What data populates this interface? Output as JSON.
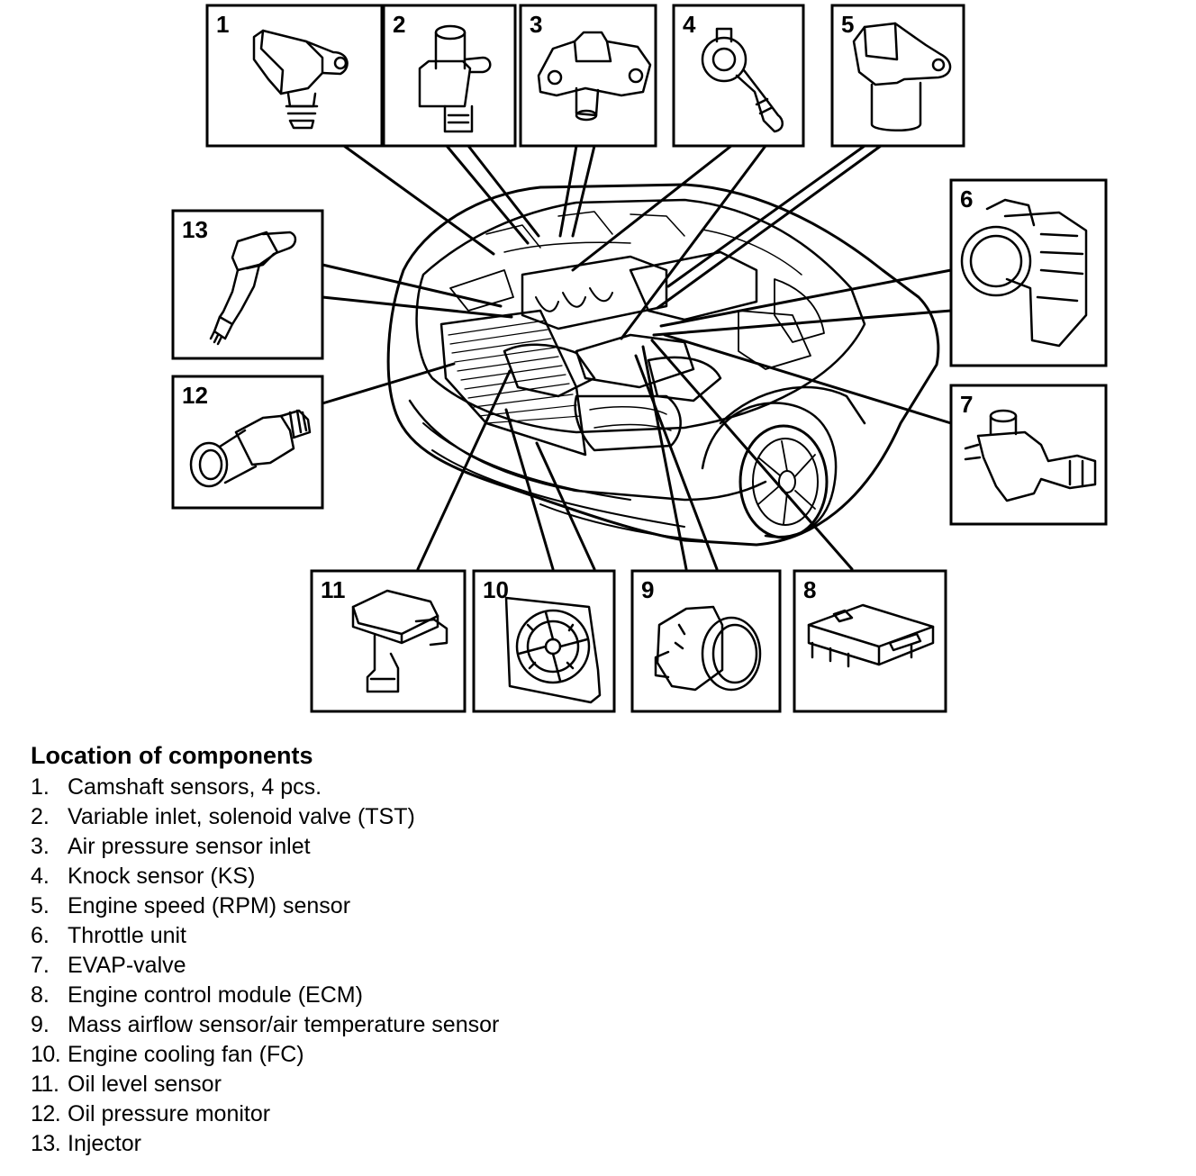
{
  "callouts": [
    {
      "id": "1",
      "icon": "camshaft-sensor-icon"
    },
    {
      "id": "2",
      "icon": "solenoid-valve-icon"
    },
    {
      "id": "3",
      "icon": "air-pressure-sensor-icon"
    },
    {
      "id": "4",
      "icon": "knock-sensor-icon"
    },
    {
      "id": "5",
      "icon": "engine-speed-sensor-icon"
    },
    {
      "id": "6",
      "icon": "throttle-unit-icon"
    },
    {
      "id": "7",
      "icon": "evap-valve-icon"
    },
    {
      "id": "8",
      "icon": "ecm-icon"
    },
    {
      "id": "9",
      "icon": "mass-airflow-sensor-icon"
    },
    {
      "id": "10",
      "icon": "cooling-fan-icon"
    },
    {
      "id": "11",
      "icon": "oil-level-sensor-icon"
    },
    {
      "id": "12",
      "icon": "oil-pressure-monitor-icon"
    },
    {
      "id": "13",
      "icon": "injector-icon"
    }
  ],
  "legend": {
    "title": "Location of components",
    "items": [
      {
        "num": "1.",
        "label": "Camshaft sensors, 4 pcs."
      },
      {
        "num": "2.",
        "label": "Variable inlet, solenoid valve (TST)"
      },
      {
        "num": "3.",
        "label": "Air pressure sensor inlet"
      },
      {
        "num": "4.",
        "label": "Knock sensor (KS)"
      },
      {
        "num": "5.",
        "label": "Engine speed (RPM) sensor"
      },
      {
        "num": "6.",
        "label": "Throttle unit"
      },
      {
        "num": "7.",
        "label": "EVAP-valve"
      },
      {
        "num": "8.",
        "label": "Engine control module (ECM)"
      },
      {
        "num": "9.",
        "label": "Mass airflow sensor/air temperature sensor"
      },
      {
        "num": "10.",
        "label": "Engine cooling fan (FC)"
      },
      {
        "num": "11.",
        "label": "Oil level sensor"
      },
      {
        "num": "12.",
        "label": "Oil pressure monitor"
      },
      {
        "num": "13.",
        "label": "Injector"
      }
    ]
  }
}
